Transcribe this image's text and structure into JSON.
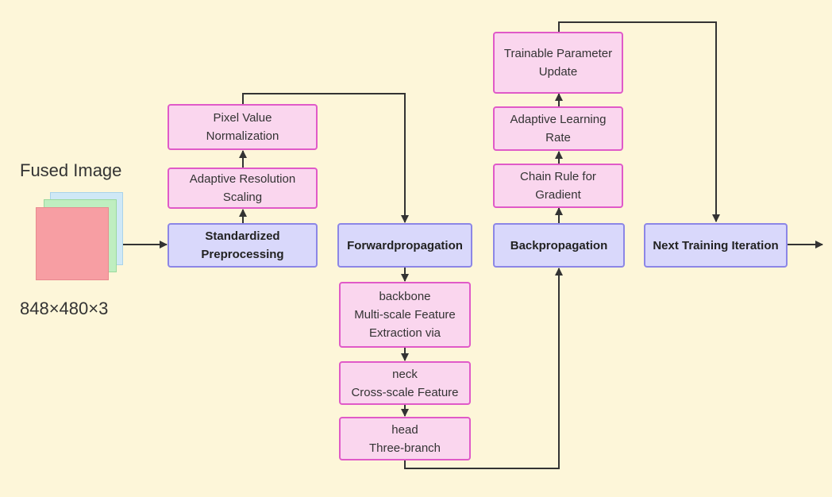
{
  "input": {
    "title": "Fused Image",
    "dimensions": "848×480×3"
  },
  "nodes": {
    "standardized_preprocessing": "Standardized\nPreprocessing",
    "adaptive_resolution_scaling": "Adaptive Resolution\nScaling",
    "pixel_value_normalization": "Pixel Value\nNormalization",
    "forwardpropagation": "Forwardpropagation",
    "backbone": "backbone\nMulti-scale Feature\nExtraction via",
    "neck": "neck\nCross-scale Feature",
    "head": "head\nThree-branch",
    "backpropagation": "Backpropagation",
    "chain_rule": "Chain Rule for\nGradient",
    "adaptive_learning_rate": "Adaptive Learning\nRate",
    "trainable_parameter_update": "Trainable Parameter\nUpdate",
    "next_training_iteration": "Next Training Iteration"
  },
  "colors": {
    "background": "#fdf6d9",
    "pink_fill": "#fad6ee",
    "pink_border": "#e05ac8",
    "blue_fill": "#d9d8fb",
    "blue_border": "#8c86e6",
    "edge": "#333333",
    "square_back": "#cfe8f6",
    "square_mid": "#bfeec0",
    "square_front": "#f79ea3"
  }
}
